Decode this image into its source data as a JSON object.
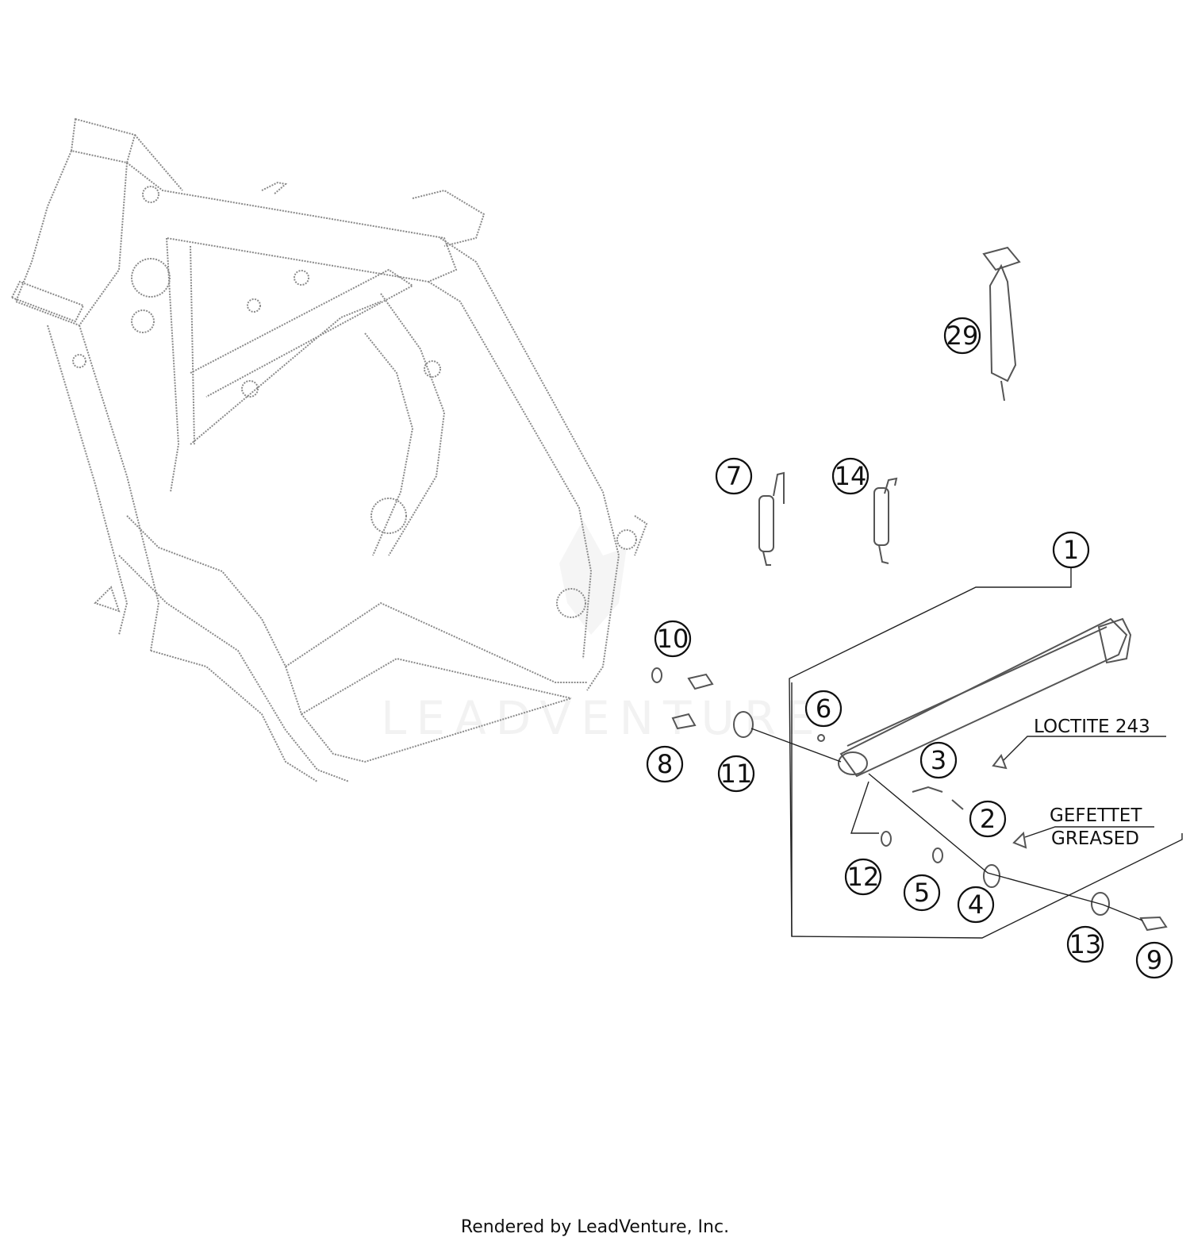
{
  "callouts": [
    {
      "id": "1",
      "label": "1"
    },
    {
      "id": "2",
      "label": "2"
    },
    {
      "id": "3",
      "label": "3"
    },
    {
      "id": "4",
      "label": "4"
    },
    {
      "id": "5",
      "label": "5"
    },
    {
      "id": "6",
      "label": "6"
    },
    {
      "id": "7",
      "label": "7"
    },
    {
      "id": "8",
      "label": "8"
    },
    {
      "id": "9",
      "label": "9"
    },
    {
      "id": "10",
      "label": "10"
    },
    {
      "id": "11",
      "label": "11"
    },
    {
      "id": "12",
      "label": "12"
    },
    {
      "id": "13",
      "label": "13"
    },
    {
      "id": "14",
      "label": "14"
    },
    {
      "id": "29",
      "label": "29"
    }
  ],
  "notes": {
    "loctite": "LOCTITE 243",
    "gefettet": "GEFETTET",
    "greased": "GREASED"
  },
  "watermark": "LEADVENTURE",
  "footer": "Rendered by LeadVenture, Inc."
}
